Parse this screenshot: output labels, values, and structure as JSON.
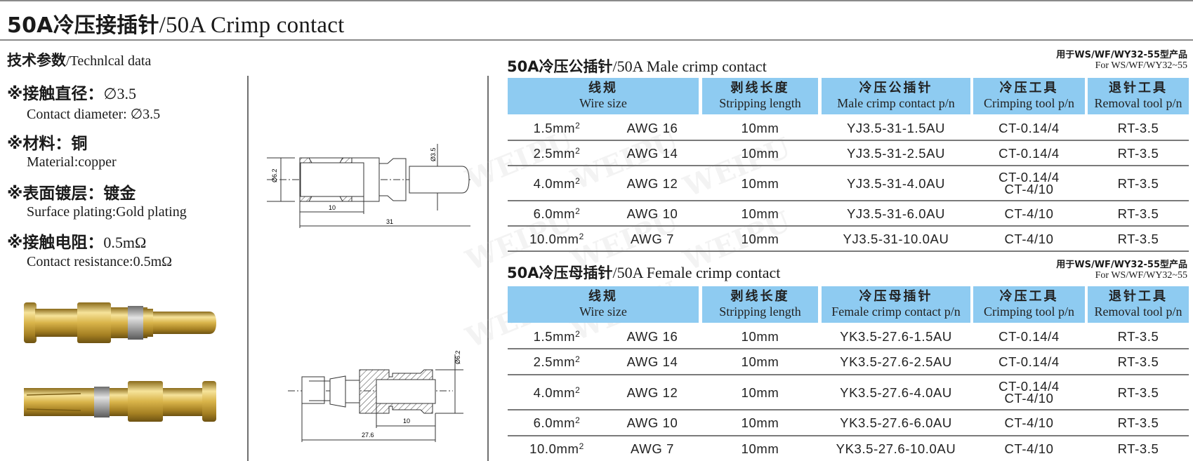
{
  "title": {
    "cn": "50A冷压接插针",
    "en": "/50A Crimp contact"
  },
  "technical_data": {
    "heading_cn": "技术参数",
    "heading_en": "/Technlcal data",
    "specs": [
      {
        "cn": "※接触直径：",
        "cn_value": "∅3.5",
        "en": "Contact diameter:  ∅3.5"
      },
      {
        "cn": "※材料：",
        "cn_value": "铜",
        "en": "Material:copper"
      },
      {
        "cn": "※表面镀层：",
        "cn_value": "镀金",
        "en": "Surface plating:Gold plating"
      },
      {
        "cn": "※接触电阻：",
        "cn_value": "0.5mΩ",
        "en": "Contact resistance:0.5mΩ"
      }
    ]
  },
  "drawings": {
    "male": {
      "dim_diameter_body": "Ø6.2",
      "dim_diameter_pin": "Ø3.5",
      "dim_crimp_length": "10",
      "dim_total_length": "31"
    },
    "female": {
      "dim_diameter_body": "Ø6.2",
      "dim_crimp_length": "10",
      "dim_total_length": "27.6"
    }
  },
  "watermark": "WEIPU",
  "headers": {
    "wire_cn": "线规",
    "wire_en": "Wire size",
    "strip_cn": "剥线长度",
    "strip_en": "Stripping  length",
    "crimp_tool_cn": "冷压工具",
    "crimp_tool_en": "Crimping tool p/n",
    "removal_cn": "退针工具",
    "removal_en": "Removal tool p/n"
  },
  "male_table": {
    "title_cn": "50A冷压公插针",
    "title_en": "/50A Male crimp contact",
    "note_cn": "用于WS/WF/WY32-55型产品",
    "note_en": "For WS/WF/WY32~55",
    "contact_header_cn": "冷压公插针",
    "contact_header_en": "Male crimp contact p/n",
    "rows": [
      {
        "mm": "1.5mm",
        "awg": "AWG 16",
        "strip": "10mm",
        "pn": "YJ3.5-31-1.5AU",
        "tool": "CT-0.14/4",
        "tool2": "",
        "removal": "RT-3.5"
      },
      {
        "mm": "2.5mm",
        "awg": "AWG 14",
        "strip": "10mm",
        "pn": "YJ3.5-31-2.5AU",
        "tool": "CT-0.14/4",
        "tool2": "",
        "removal": "RT-3.5"
      },
      {
        "mm": "4.0mm",
        "awg": "AWG 12",
        "strip": "10mm",
        "pn": "YJ3.5-31-4.0AU",
        "tool": "CT-0.14/4",
        "tool2": "CT-4/10",
        "removal": "RT-3.5"
      },
      {
        "mm": "6.0mm",
        "awg": "AWG 10",
        "strip": "10mm",
        "pn": "YJ3.5-31-6.0AU",
        "tool": "CT-4/10",
        "tool2": "",
        "removal": "RT-3.5"
      },
      {
        "mm": "10.0mm",
        "awg": "AWG 7",
        "strip": "10mm",
        "pn": "YJ3.5-31-10.0AU",
        "tool": "CT-4/10",
        "tool2": "",
        "removal": "RT-3.5"
      }
    ]
  },
  "female_table": {
    "title_cn": "50A冷压母插针",
    "title_en": "/50A Female crimp contact",
    "note_cn": "用于WS/WF/WY32-55型产品",
    "note_en": "For WS/WF/WY32~55",
    "contact_header_cn": "冷压母插针",
    "contact_header_en": "Female crimp contact p/n",
    "rows": [
      {
        "mm": "1.5mm",
        "awg": "AWG 16",
        "strip": "10mm",
        "pn": "YK3.5-27.6-1.5AU",
        "tool": "CT-0.14/4",
        "tool2": "",
        "removal": "RT-3.5"
      },
      {
        "mm": "2.5mm",
        "awg": "AWG 14",
        "strip": "10mm",
        "pn": "YK3.5-27.6-2.5AU",
        "tool": "CT-0.14/4",
        "tool2": "",
        "removal": "RT-3.5"
      },
      {
        "mm": "4.0mm",
        "awg": "AWG 12",
        "strip": "10mm",
        "pn": "YK3.5-27.6-4.0AU",
        "tool": "CT-0.14/4",
        "tool2": "CT-4/10",
        "removal": "RT-3.5"
      },
      {
        "mm": "6.0mm",
        "awg": "AWG 10",
        "strip": "10mm",
        "pn": "YK3.5-27.6-6.0AU",
        "tool": "CT-4/10",
        "tool2": "",
        "removal": "RT-3.5"
      },
      {
        "mm": "10.0mm",
        "awg": "AWG 7",
        "strip": "10mm",
        "pn": "YK3.5-27.6-10.0AU",
        "tool": "CT-4/10",
        "tool2": "",
        "removal": "RT-3.5"
      }
    ]
  },
  "superscript": "2",
  "colors": {
    "header_fill": "#8ecbf1",
    "rule": "#7a7a7a",
    "gold": "#c9a53a"
  }
}
